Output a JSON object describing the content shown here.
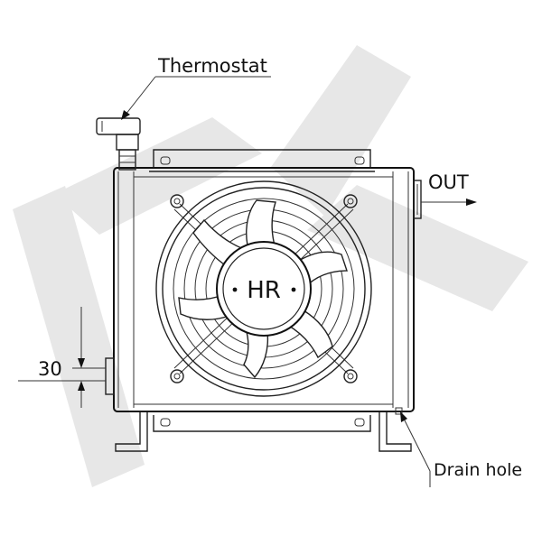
{
  "diagram": {
    "hub_label": "HR",
    "labels": {
      "thermostat": "Thermostat",
      "out": "OUT",
      "drain_hole": "Drain hole",
      "dimension": "30"
    },
    "colors": {
      "line": "#222222",
      "watermark": "#e6e6e6",
      "background": "#ffffff"
    }
  }
}
